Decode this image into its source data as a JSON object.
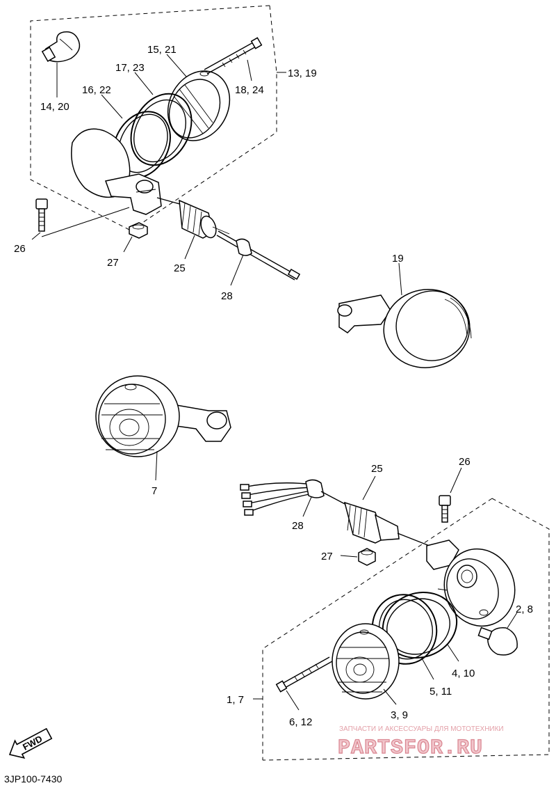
{
  "callouts": {
    "c_14_20": "14, 20",
    "c_15_21": "15, 21",
    "c_17_23": "17, 23",
    "c_16_22": "16, 22",
    "c_18_24": "18, 24",
    "c_13_19": "13, 19",
    "c_26_top": "26",
    "c_27_top": "27",
    "c_25_top": "25",
    "c_28_top": "28",
    "c_19": "19",
    "c_7": "7",
    "c_25_bot": "25",
    "c_26_bot": "26",
    "c_28_bot": "28",
    "c_27_bot": "27",
    "c_2_8": "2, 8",
    "c_4_10": "4, 10",
    "c_5_11": "5, 11",
    "c_1_7": "1, 7",
    "c_6_12": "6, 12",
    "c_3_9": "3, 9"
  },
  "fwd_label": "FWD",
  "diagram_code": "3JP100-7430",
  "watermark": {
    "tagline": "ЗАПЧАСТИ И АКСЕССУАРЫ ДЛЯ МОТОТЕХНИКИ",
    "brand": "PARTSFOR.RU"
  }
}
